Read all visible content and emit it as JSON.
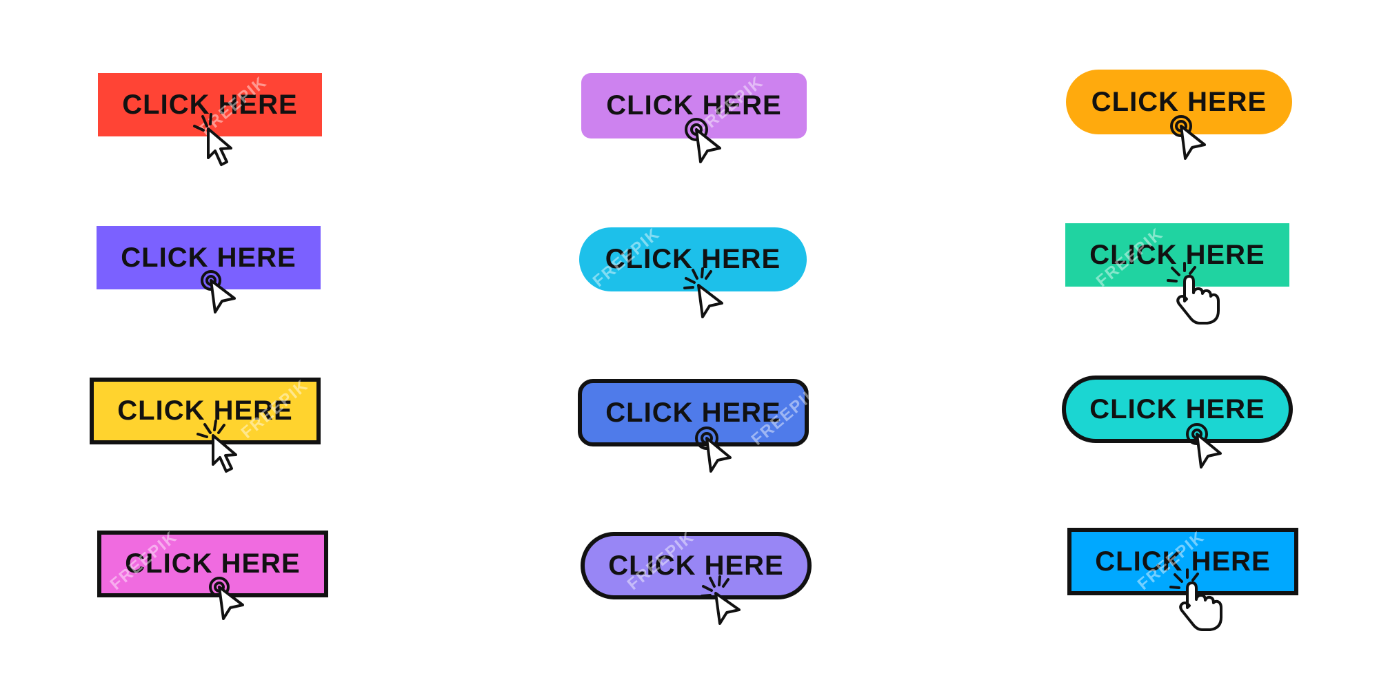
{
  "watermark": "FREEPIK",
  "buttons": [
    {
      "label": "CLICK HERE",
      "color": "#FF4435",
      "cursor": "arrow-cursor-icon"
    },
    {
      "label": "CLICK HERE",
      "color": "#CD82EF",
      "cursor": "pointer-ring-cursor-icon"
    },
    {
      "label": "CLICK HERE",
      "color": "#FFAA0D",
      "cursor": "pointer-ring-cursor-icon"
    },
    {
      "label": "CLICK HERE",
      "color": "#7B61FF",
      "cursor": "pointer-ring-cursor-icon"
    },
    {
      "label": "CLICK HERE",
      "color": "#1DC0EA",
      "cursor": "pointer-rays-cursor-icon"
    },
    {
      "label": "CLICK HERE",
      "color": "#20D3A1",
      "cursor": "hand-cursor-icon"
    },
    {
      "label": "CLICK HERE",
      "color": "#FFD32E",
      "cursor": "arrow-cursor-icon"
    },
    {
      "label": "CLICK HERE",
      "color": "#4F7BEA",
      "cursor": "pointer-ring-cursor-icon"
    },
    {
      "label": "CLICK HERE",
      "color": "#1BD6D2",
      "cursor": "pointer-ring-cursor-icon"
    },
    {
      "label": "CLICK HERE",
      "color": "#F06BE0",
      "cursor": "pointer-ring-cursor-icon"
    },
    {
      "label": "CLICK HERE",
      "color": "#9886F5",
      "cursor": "pointer-rays-cursor-icon"
    },
    {
      "label": "CLICK HERE",
      "color": "#00A8FF",
      "cursor": "hand-cursor-icon"
    }
  ]
}
